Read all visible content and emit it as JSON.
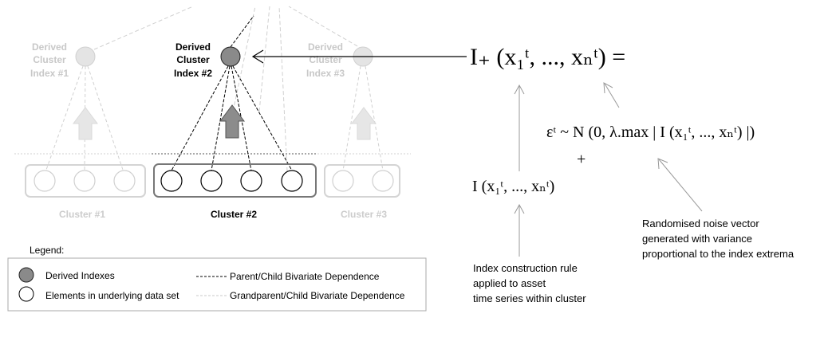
{
  "clusters": [
    {
      "title": [
        "Derived",
        "Cluster",
        "Index #1"
      ],
      "label": "Cluster #1",
      "elements": 3,
      "active": false
    },
    {
      "title": [
        "Derived",
        "Cluster",
        "Index #2"
      ],
      "label": "Cluster #2",
      "elements": 4,
      "active": true
    },
    {
      "title": [
        "Derived",
        "Cluster",
        "Index #3"
      ],
      "label": "Cluster #3",
      "elements": 2,
      "active": false
    }
  ],
  "legend": {
    "title": "Legend:",
    "derived_indexes": "Derived Indexes",
    "elements": "Elements in underlying  data set",
    "parent_child": "Parent/Child  Bivariate Dependence",
    "grandparent_child": "Grandparent/Child  Bivariate Dependence"
  },
  "formula": {
    "main_lhs": "I₊ (x₁ᵗ, ..., xₙᵗ) =",
    "noise": "εᵗ ~ N (0, λ.max | I (x₁ᵗ, ..., xₙᵗ) |)",
    "plus": "+",
    "index_rule": "I (x₁ᵗ, ..., xₙᵗ)"
  },
  "annotations": {
    "index_rule": [
      "Index construction rule",
      "applied to asset",
      "time series within cluster"
    ],
    "noise": [
      "Randomised noise vector",
      "generated with variance",
      "proportional to the index extrema"
    ]
  },
  "colors": {
    "active_stroke": "#000000",
    "active_fill_node": "#8a8a8a",
    "faded": "#d4d4d4",
    "faded_text": "#c8c8c8",
    "arrow_active": "#8c8c8c",
    "arrow_faded": "#e2e2e2"
  }
}
